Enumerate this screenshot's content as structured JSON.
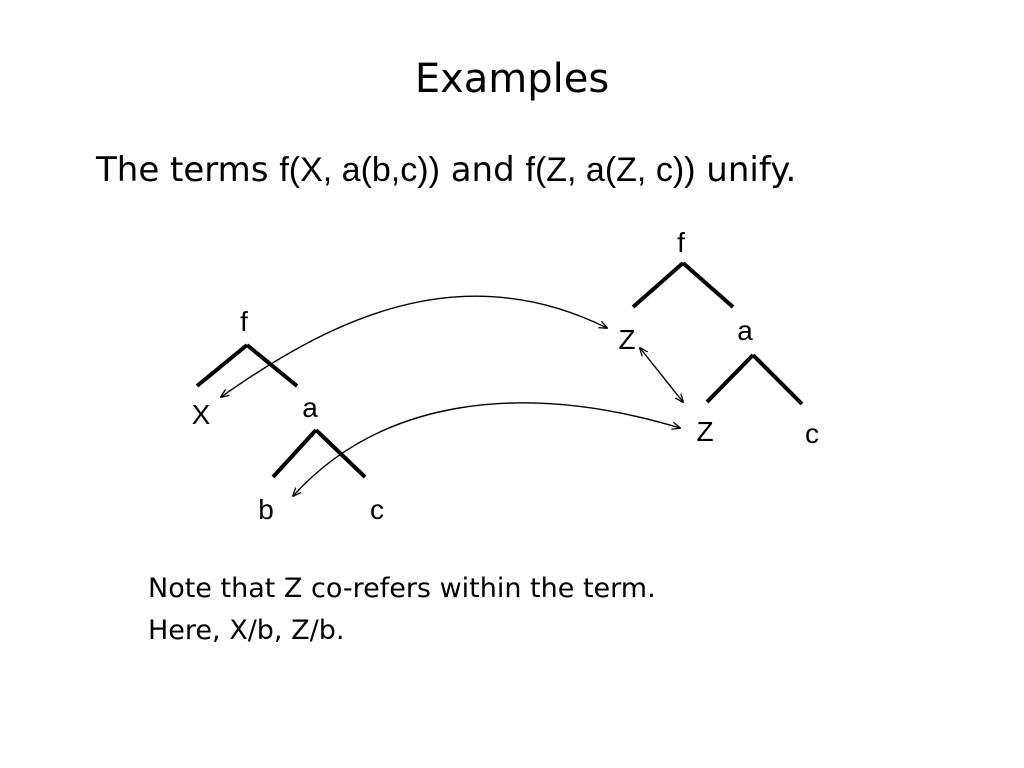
{
  "slide": {
    "title": "Examples",
    "statement": {
      "prefix": "The terms ",
      "term1": "f(X, a(b,c))",
      "conjunction": " and ",
      "term2": "f(Z, a(Z, c))",
      "suffix": " unify."
    },
    "tree1": {
      "root": "f",
      "left_leaf": "X",
      "subterm": "a",
      "sub_left": "b",
      "sub_right": "c"
    },
    "tree2": {
      "root": "f",
      "left_leaf": "Z",
      "subterm": "a",
      "sub_left": "Z",
      "sub_right": "c"
    },
    "note_lines": [
      "Note that Z co-refers within the term.",
      "Here, X/b, Z/b."
    ]
  }
}
